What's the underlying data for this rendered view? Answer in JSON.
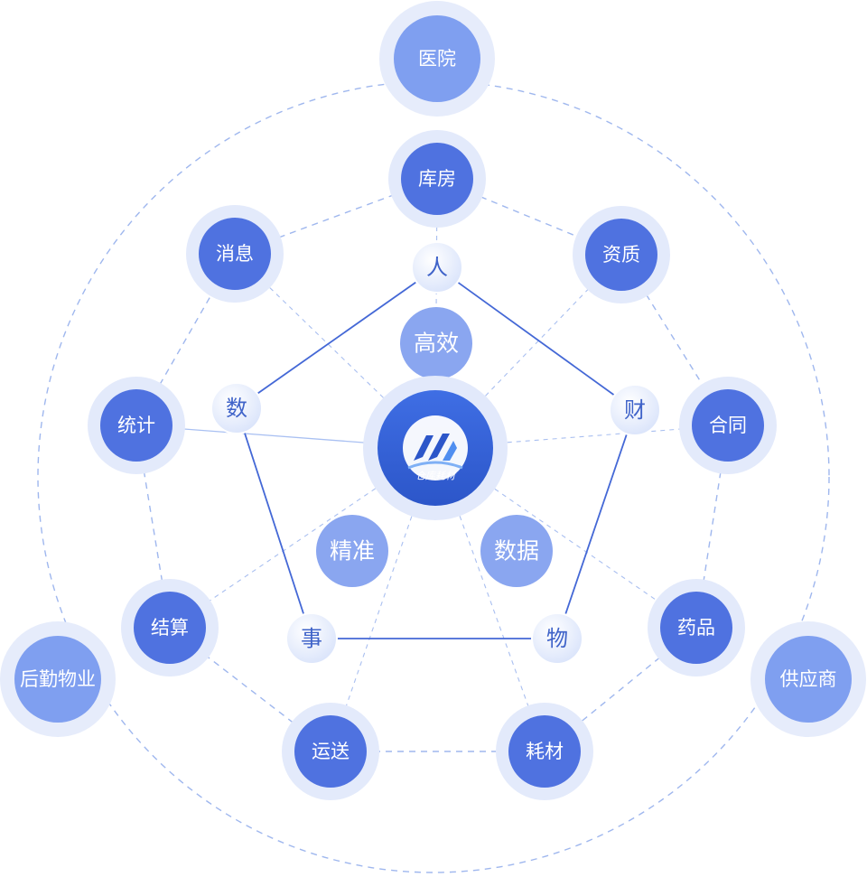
{
  "outer_nodes": [
    {
      "id": "hospital",
      "label": "医院"
    },
    {
      "id": "logistics",
      "label": "后勤物业"
    },
    {
      "id": "supplier",
      "label": "供应商"
    }
  ],
  "ring_nodes": [
    {
      "id": "warehouse",
      "label": "库房"
    },
    {
      "id": "qualification",
      "label": "资质"
    },
    {
      "id": "contract",
      "label": "合同"
    },
    {
      "id": "medicine",
      "label": "药品"
    },
    {
      "id": "consumables",
      "label": "耗材"
    },
    {
      "id": "transport",
      "label": "运送"
    },
    {
      "id": "settlement",
      "label": "结算"
    },
    {
      "id": "statistics",
      "label": "统计"
    },
    {
      "id": "message",
      "label": "消息"
    }
  ],
  "pentagon_nodes": [
    {
      "id": "people",
      "label": "人"
    },
    {
      "id": "finance",
      "label": "财"
    },
    {
      "id": "goods",
      "label": "物"
    },
    {
      "id": "affairs",
      "label": "事"
    },
    {
      "id": "data",
      "label": "数"
    }
  ],
  "feature_nodes": [
    {
      "id": "efficient",
      "label": "高效"
    },
    {
      "id": "precise",
      "label": "精准"
    },
    {
      "id": "data-feature",
      "label": "数据"
    }
  ],
  "center": {
    "logo_text": "仓库耗材"
  },
  "colors": {
    "ring_node": "#4f72e0",
    "ring_halo": "#e3eafb",
    "outer_node": "#7f9ff0",
    "outer_halo": "#e5ebfa",
    "feature_node": "#8aa6f0",
    "pentagon_line": "#4468d6",
    "dashed_line": "#9fb7ee",
    "center": "#3b63d8",
    "center_ring": "#e0e8fb"
  }
}
